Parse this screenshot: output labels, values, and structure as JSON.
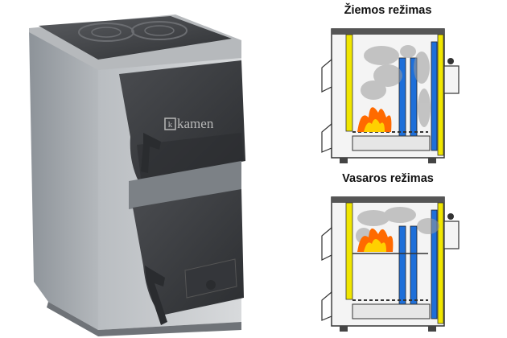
{
  "product": {
    "brand_logo_text": "kamen"
  },
  "diagrams": {
    "winter": {
      "title": "Žiemos režimas"
    },
    "summer": {
      "title": "Vasaros režimas"
    }
  },
  "colors": {
    "body_panel": "#9ea3a8",
    "body_front": "#c9ccd0",
    "cast_iron": "#3d3f42",
    "insulation_yellow": "#f0e600",
    "water_jacket_blue": "#1e6fd9",
    "flame_orange": "#ff6a00",
    "smoke_gray": "#9a9a9a"
  },
  "icons": {
    "flame": "flame-icon",
    "smoke": "smoke-icon"
  }
}
